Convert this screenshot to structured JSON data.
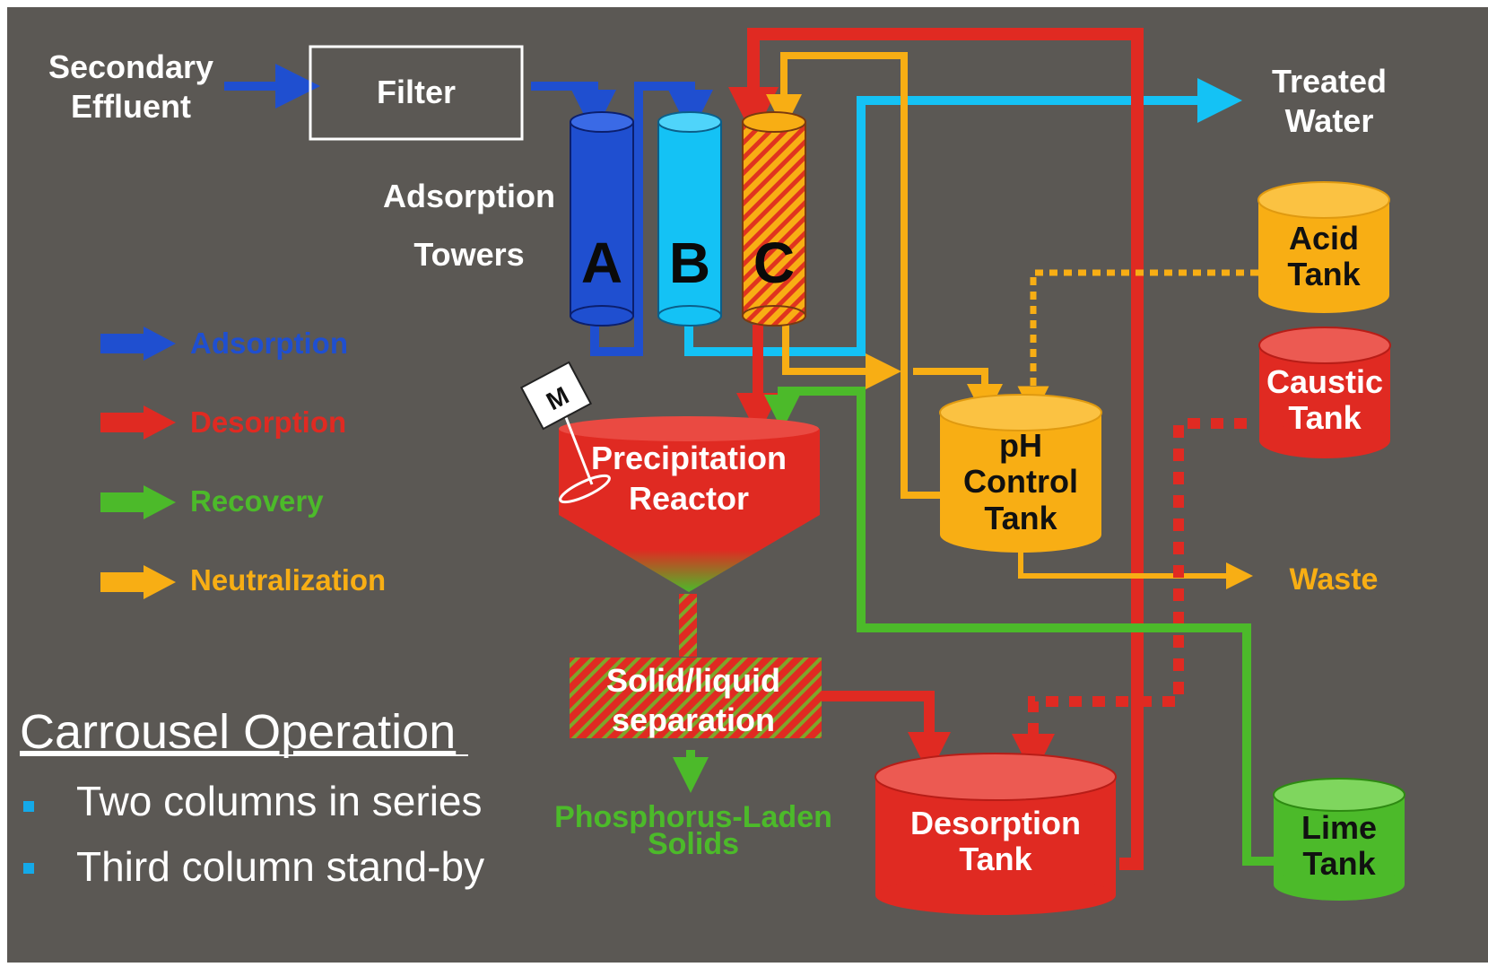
{
  "colors": {
    "background": "#5b5854",
    "adsorption": "#1f4fd0",
    "adsorption_light": "#14c2f5",
    "desorption": "#e02a22",
    "recovery": "#4cba2a",
    "neutralization": "#f8ae14"
  },
  "inputs": {
    "secondary_effluent_line1": "Secondary",
    "secondary_effluent_line2": "Effluent",
    "filter": "Filter"
  },
  "towers": {
    "label_line1": "Adsorption",
    "label_line2": "Towers",
    "a": "A",
    "b": "B",
    "c": "C"
  },
  "outputs": {
    "treated_water_line1": "Treated",
    "treated_water_line2": "Water",
    "waste": "Waste",
    "solids_line1": "Phosphorus-Laden",
    "solids_line2": "Solids"
  },
  "tanks": {
    "acid_line1": "Acid",
    "acid_line2": "Tank",
    "caustic_line1": "Caustic",
    "caustic_line2": "Tank",
    "ph_line1": "pH",
    "ph_line2": "Control",
    "ph_line3": "Tank",
    "desorption_line1": "Desorption",
    "desorption_line2": "Tank",
    "lime_line1": "Lime",
    "lime_line2": "Tank"
  },
  "reactor": {
    "line1": "Precipitation",
    "line2": "Reactor",
    "motor": "M"
  },
  "separation": {
    "line1": "Solid/liquid",
    "line2": "separation"
  },
  "legend": [
    {
      "label": "Adsorption",
      "color": "#1f4fd0"
    },
    {
      "label": "Desorption",
      "color": "#e02a22"
    },
    {
      "label": "Recovery",
      "color": "#4cba2a"
    },
    {
      "label": "Neutralization",
      "color": "#f8ae14"
    }
  ],
  "carrousel": {
    "title": "Carrousel Operation",
    "bullets": [
      "Two columns in series",
      "Third column stand-by"
    ]
  }
}
